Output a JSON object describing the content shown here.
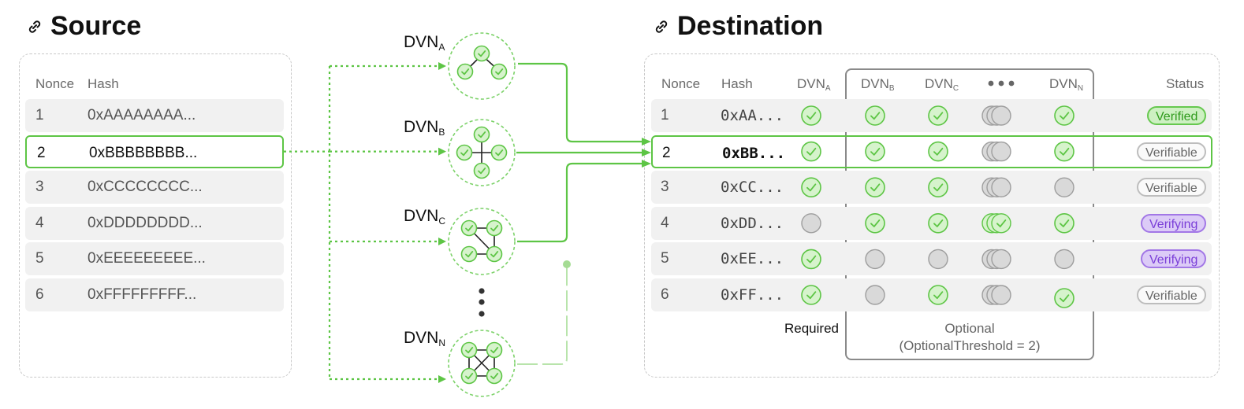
{
  "source": {
    "title": "Source",
    "headers": {
      "nonce": "Nonce",
      "hash": "Hash"
    },
    "rows": [
      {
        "nonce": "1",
        "hash": "0xAAAAAAAA..."
      },
      {
        "nonce": "2",
        "hash": "0xBBBBBBBB...",
        "selected": true
      },
      {
        "nonce": "3",
        "hash": "0xCCCCCCCC..."
      },
      {
        "nonce": "4",
        "hash": "0xDDDDDDDD..."
      },
      {
        "nonce": "5",
        "hash": "0xEEEEEEEEE..."
      },
      {
        "nonce": "6",
        "hash": "0xFFFFFFFFF..."
      }
    ]
  },
  "dvns": [
    {
      "label": "DVN",
      "sub": "A"
    },
    {
      "label": "DVN",
      "sub": "B"
    },
    {
      "label": "DVN",
      "sub": "C"
    },
    {
      "label": "DVN",
      "sub": "N"
    }
  ],
  "destination": {
    "title": "Destination",
    "headers": {
      "nonce": "Nonce",
      "hash": "Hash",
      "dvn": "DVN",
      "dvn_a": "A",
      "dvn_b": "B",
      "dvn_c": "C",
      "dvn_n": "N",
      "status": "Status"
    },
    "rows": [
      {
        "nonce": "1",
        "hash": "0xAA...",
        "a": "ok",
        "b": "ok",
        "c": "ok",
        "dots": "none",
        "n": "ok",
        "status": "Verified",
        "status_kind": "verified"
      },
      {
        "nonce": "2",
        "hash": "0xBB...",
        "a": "ok",
        "b": "ok",
        "c": "ok",
        "dots": "none",
        "n": "ok",
        "status": "Verifiable",
        "status_kind": "verifiable",
        "selected": true
      },
      {
        "nonce": "3",
        "hash": "0xCC...",
        "a": "ok",
        "b": "ok",
        "c": "ok",
        "dots": "none",
        "n": "none",
        "status": "Verifiable",
        "status_kind": "verifiable"
      },
      {
        "nonce": "4",
        "hash": "0xDD...",
        "a": "none",
        "b": "ok",
        "c": "ok",
        "dots": "ok",
        "n": "ok",
        "status": "Verifying",
        "status_kind": "verifying"
      },
      {
        "nonce": "5",
        "hash": "0xEE...",
        "a": "ok",
        "b": "none",
        "c": "none",
        "dots": "none",
        "n": "none",
        "status": "Verifying",
        "status_kind": "verifying"
      },
      {
        "nonce": "6",
        "hash": "0xFF...",
        "a": "ok",
        "b": "none",
        "c": "ok",
        "dots": "none",
        "n": "ok",
        "status": "Verifiable",
        "status_kind": "verifiable"
      }
    ],
    "required_label": "Required",
    "optional_label": "Optional",
    "optional_threshold": "(OptionalThreshold = 2)"
  },
  "colors": {
    "green": "#5dc545",
    "green_light": "#d6f3cc",
    "grey": "#d9d9d9",
    "grey_border": "#9e9e9e",
    "purple": "#a277e6"
  }
}
